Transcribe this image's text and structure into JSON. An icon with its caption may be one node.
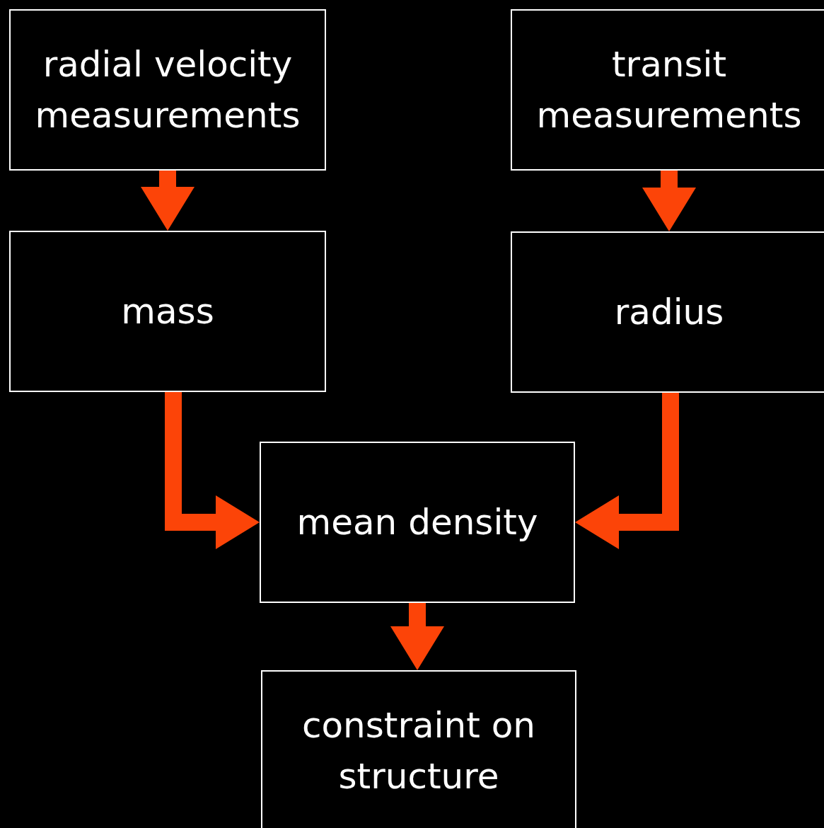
{
  "diagram": {
    "nodes": [
      {
        "text": [
          "radial velocity measurements"
        ]
      },
      {
        "text": [
          "transit measurements"
        ]
      },
      {
        "text": [
          "mass"
        ]
      },
      {
        "text": [
          "radius"
        ]
      },
      {
        "text": [
          "mean density"
        ]
      },
      {
        "text": [
          "constraint on structure"
        ]
      }
    ],
    "edges": [
      {
        "from": 0,
        "to": 2,
        "arrow": "to"
      },
      {
        "from": 1,
        "to": 3,
        "arrow": "to"
      },
      {
        "from": 2,
        "to": 4,
        "arrow": "to"
      },
      {
        "from": 3,
        "to": 4,
        "arrow": "to"
      },
      {
        "from": 4,
        "to": 5,
        "arrow": "to"
      }
    ]
  }
}
